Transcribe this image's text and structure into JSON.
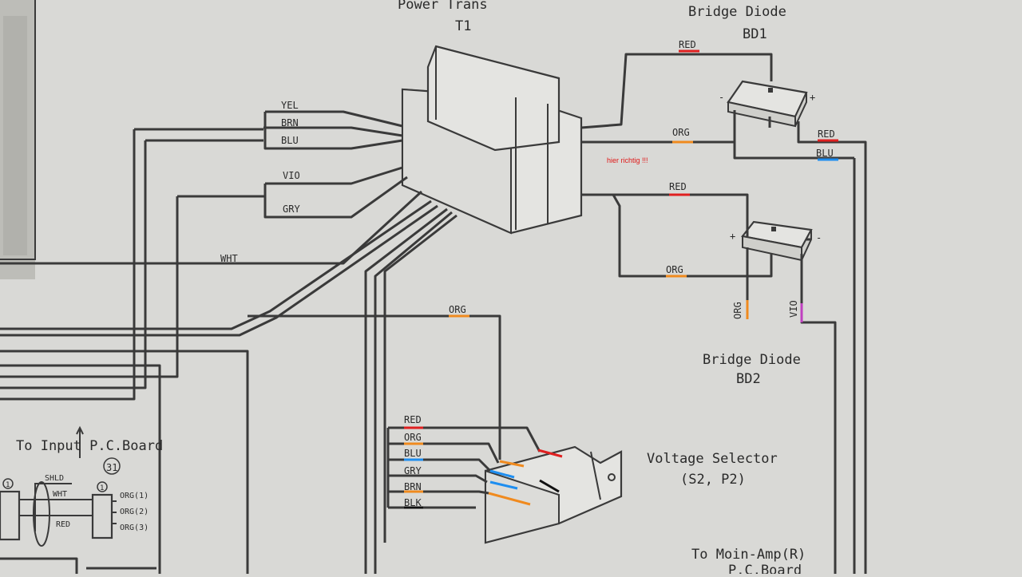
{
  "title_power_trans": "Power Trans",
  "title_t1": "T1",
  "title_bridge_bd1": "Bridge Diode",
  "title_bd1": "BD1",
  "title_bridge_bd2": "Bridge Diode",
  "title_bd2": "BD2",
  "title_voltage_selector": "Voltage  Selector",
  "title_s2p2": "(S2, P2)",
  "title_input_board": "To Input P.C.Board",
  "title_input_31": "31",
  "title_main_amp": "To Moin-Amp(R)",
  "title_pc_board": "P.C.Board",
  "note_hier_richtig": "hier richtig !!!",
  "colors": {
    "red": "#e02020",
    "orange": "#f08a1e",
    "blue": "#1e8ef0",
    "violet": "#c040c0",
    "black": "#111111",
    "annotation": "#e01818"
  },
  "wires": {
    "yel": "YEL",
    "brn": "BRN",
    "blu": "BLU",
    "vio": "VIO",
    "gry": "GRY",
    "wht": "WHT",
    "bd1_red_top": "RED",
    "bd1_org": "ORG",
    "bd1_red_out": "RED",
    "bd1_blu_out": "BLU",
    "bd2_red": "RED",
    "bd2_org": "ORG",
    "bd2_org_out": "ORG",
    "bd2_vio_out": "VIO",
    "selector_org": "ORG",
    "sel_red": "RED",
    "sel_org": "ORG",
    "sel_blu": "BLU",
    "sel_gry": "GRY",
    "sel_brn": "BRN",
    "sel_blk": "BLK"
  },
  "input_board": {
    "shld": "SHLD",
    "wht": "WHT",
    "red": "RED",
    "org1": "ORG(1)",
    "org2": "ORG(2)",
    "org3": "ORG(3)",
    "pin1_left": "1",
    "pin1_right": "1"
  },
  "polarity": {
    "bd1_minus": "-",
    "bd1_plus": "+",
    "bd2_plus": "+",
    "bd2_minus": "-"
  }
}
